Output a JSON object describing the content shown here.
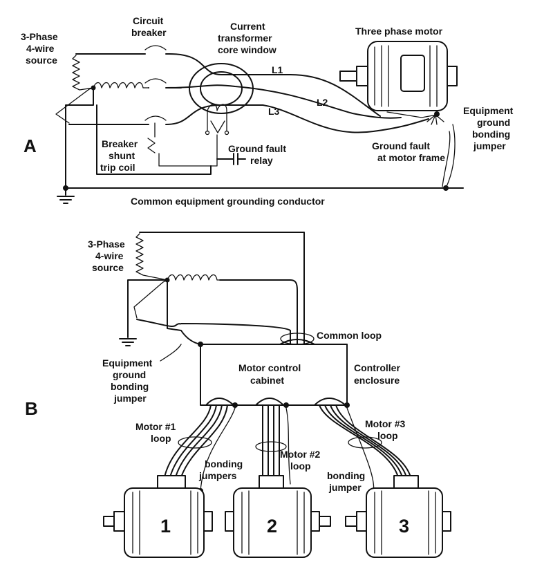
{
  "panel_a": {
    "panel_letter": "A",
    "source": [
      "3-Phase",
      "4-wire",
      "source"
    ],
    "circuit_breaker": [
      "Circuit",
      "breaker"
    ],
    "ct_window": [
      "Current",
      "transformer",
      "core window"
    ],
    "motor_title": "Three phase motor",
    "phase_labels": [
      "L1",
      "L2",
      "L3"
    ],
    "bonding_jumper": [
      "Equipment",
      "ground",
      "bonding",
      "jumper"
    ],
    "shunt_trip": [
      "Breaker",
      "shunt",
      "trip coil"
    ],
    "relay": [
      "Ground fault",
      "relay"
    ],
    "fault": [
      "Ground fault",
      "at motor frame"
    ],
    "grounding_conductor": "Common equipment grounding conductor"
  },
  "panel_b": {
    "panel_letter": "B",
    "source": [
      "3-Phase",
      "4-wire",
      "source"
    ],
    "common_loop": "Common loop",
    "cabinet": [
      "Motor control",
      "cabinet"
    ],
    "controller": [
      "Controller",
      "enclosure"
    ],
    "bonding_jumper": [
      "Equipment",
      "ground",
      "bonding",
      "jumper"
    ],
    "motor1_loop": [
      "Motor #1",
      "loop"
    ],
    "motor2_loop": [
      "Motor #2",
      "loop"
    ],
    "motor3_loop": [
      "Motor #3",
      "loop"
    ],
    "bonding_jumpers_plural": [
      "bonding",
      "jumpers"
    ],
    "bonding_jumper_single": [
      "bonding",
      "jumper"
    ],
    "motor_numbers": [
      "1",
      "2",
      "3"
    ]
  }
}
